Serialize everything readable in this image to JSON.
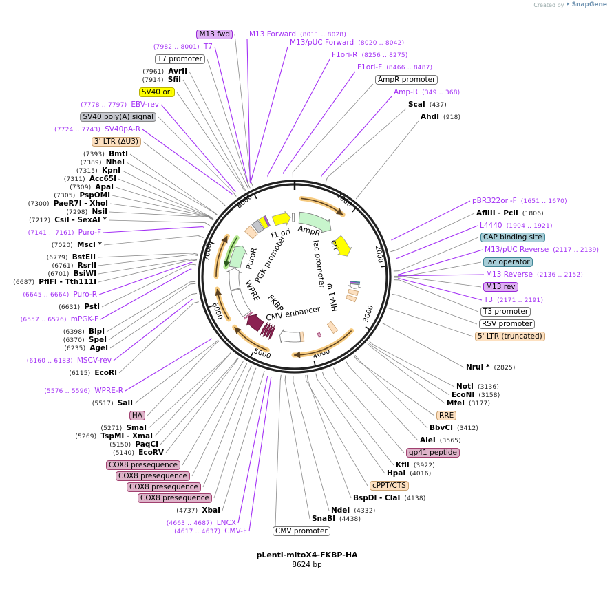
{
  "header": {
    "credit_prefix": "Created by",
    "credit_brand": "SnapGene"
  },
  "plasmid": {
    "name": "pLenti-mitoX4-FKBP-HA",
    "length": "8624 bp",
    "total_bp": 8624
  },
  "colors": {
    "primer": "#a331f5",
    "orf": "#f5c26b",
    "feature_peach": "#fde0c0",
    "feature_pink": "#deb3c9",
    "feature_teal": "#a8ced8",
    "feature_yellow": "#ffff00",
    "feature_green": "#c8f5cc",
    "feature_maroon": "#8b2252"
  },
  "ruler_ticks": [
    "1000",
    "2000",
    "3000",
    "4000",
    "5000",
    "6000",
    "7000",
    "8000"
  ],
  "inner_labels": [
    "f1 ori",
    "AmpR",
    "ori",
    "lac promoter",
    "HIV-1 Ψ",
    "CMV enhancer",
    "FKBP",
    "WPRE",
    "PGK promoter",
    "PuroR"
  ],
  "labels": [
    {
      "kind": "feature",
      "name": "M13 fwd",
      "style": "purple"
    },
    {
      "kind": "primer",
      "name": "T7",
      "pos": "(7982 .. 8001)"
    },
    {
      "kind": "feature",
      "name": "T7 promoter",
      "style": "white"
    },
    {
      "kind": "enzyme",
      "name": "AvrII",
      "pos": "(7961)"
    },
    {
      "kind": "enzyme",
      "name": "SfiI",
      "pos": "(7914)"
    },
    {
      "kind": "feature",
      "name": "SV40 ori",
      "style": "yellow"
    },
    {
      "kind": "primer",
      "name": "EBV-rev",
      "pos": "(7778 .. 7797)"
    },
    {
      "kind": "feature",
      "name": "SV40 poly(A) signal",
      "style": "grey"
    },
    {
      "kind": "primer",
      "name": "SV40pA-R",
      "pos": "(7724 .. 7743)"
    },
    {
      "kind": "feature",
      "name": "3' LTR (ΔU3)",
      "style": "peach"
    },
    {
      "kind": "enzyme",
      "name": "BmtI",
      "pos": "(7393)"
    },
    {
      "kind": "enzyme",
      "name": "NheI",
      "pos": "(7389)"
    },
    {
      "kind": "enzyme",
      "name": "KpnI",
      "pos": "(7315)"
    },
    {
      "kind": "enzyme",
      "name": "Acc65I",
      "pos": "(7311)"
    },
    {
      "kind": "enzyme",
      "name": "ApaI",
      "pos": "(7309)"
    },
    {
      "kind": "enzyme",
      "name": "PspOMI",
      "pos": "(7305)"
    },
    {
      "kind": "enzyme",
      "name": "PaeR7I  - XhoI",
      "pos": "(7300)"
    },
    {
      "kind": "enzyme",
      "name": "NsiI",
      "pos": "(7298)"
    },
    {
      "kind": "enzyme",
      "name": "CsiI  - SexAI *",
      "pos": "(7212)"
    },
    {
      "kind": "primer",
      "name": "Puro-F",
      "pos": "(7141 .. 7161)"
    },
    {
      "kind": "enzyme",
      "name": "MscI *",
      "pos": "(7020)"
    },
    {
      "kind": "enzyme",
      "name": "BstEII",
      "pos": "(6779)"
    },
    {
      "kind": "enzyme",
      "name": "RsrII",
      "pos": "(6761)"
    },
    {
      "kind": "enzyme",
      "name": "BsiWI",
      "pos": "(6701)"
    },
    {
      "kind": "enzyme",
      "name": "PflFI  - Tth111I",
      "pos": "(6687)"
    },
    {
      "kind": "primer",
      "name": "Puro-R",
      "pos": "(6645 .. 6664)"
    },
    {
      "kind": "enzyme",
      "name": "PstI",
      "pos": "(6631)"
    },
    {
      "kind": "primer",
      "name": "mPGK-F",
      "pos": "(6557 .. 6576)"
    },
    {
      "kind": "enzyme",
      "name": "BlpI",
      "pos": "(6398)"
    },
    {
      "kind": "enzyme",
      "name": "SpeI",
      "pos": "(6370)"
    },
    {
      "kind": "enzyme",
      "name": "AgeI",
      "pos": "(6235)"
    },
    {
      "kind": "primer",
      "name": "MSCV-rev",
      "pos": "(6160 .. 6183)"
    },
    {
      "kind": "enzyme",
      "name": "EcoRI",
      "pos": "(6115)"
    },
    {
      "kind": "primer",
      "name": "WPRE-R",
      "pos": "(5576 .. 5596)"
    },
    {
      "kind": "enzyme",
      "name": "SalI",
      "pos": "(5517)"
    },
    {
      "kind": "feature",
      "name": "HA",
      "style": "pink"
    },
    {
      "kind": "enzyme",
      "name": "SmaI",
      "pos": "(5271)"
    },
    {
      "kind": "enzyme",
      "name": "TspMI  - XmaI",
      "pos": "(5269)"
    },
    {
      "kind": "enzyme",
      "name": "PaqCI",
      "pos": "(5150)"
    },
    {
      "kind": "enzyme",
      "name": "EcoRV",
      "pos": "(5140)"
    },
    {
      "kind": "feature",
      "name": "COX8 presequence",
      "style": "pink"
    },
    {
      "kind": "feature",
      "name": "COX8 presequence",
      "style": "pink"
    },
    {
      "kind": "feature",
      "name": "COX8 presequence",
      "style": "pink"
    },
    {
      "kind": "feature",
      "name": "COX8 presequence",
      "style": "pink"
    },
    {
      "kind": "enzyme",
      "name": "XbaI",
      "pos": "(4737)"
    },
    {
      "kind": "primer",
      "name": "LNCX",
      "pos": "(4663 .. 4687)"
    },
    {
      "kind": "primer",
      "name": "CMV-F",
      "pos": "(4617 .. 4637)"
    },
    {
      "kind": "feature",
      "name": "CMV promoter",
      "style": "white"
    },
    {
      "kind": "enzyme",
      "name": "SnaBI",
      "pos": "(4438)"
    },
    {
      "kind": "enzyme",
      "name": "NdeI",
      "pos": "(4332)"
    },
    {
      "kind": "enzyme",
      "name": "BspDI  - ClaI",
      "pos": "(4138)"
    },
    {
      "kind": "feature",
      "name": "cPPT/CTS",
      "style": "peach"
    },
    {
      "kind": "enzyme",
      "name": "HpaI",
      "pos": "(4016)"
    },
    {
      "kind": "enzyme",
      "name": "KflI",
      "pos": "(3922)"
    },
    {
      "kind": "feature",
      "name": "gp41 peptide",
      "style": "pink"
    },
    {
      "kind": "enzyme",
      "name": "AleI",
      "pos": "(3565)"
    },
    {
      "kind": "enzyme",
      "name": "BbvCI",
      "pos": "(3412)"
    },
    {
      "kind": "feature",
      "name": "RRE",
      "style": "peach"
    },
    {
      "kind": "enzyme",
      "name": "MfeI",
      "pos": "(3177)"
    },
    {
      "kind": "enzyme",
      "name": "EcoNI",
      "pos": "(3158)"
    },
    {
      "kind": "enzyme",
      "name": "NotI",
      "pos": "(3136)"
    },
    {
      "kind": "enzyme",
      "name": "NruI *",
      "pos": "(2825)"
    },
    {
      "kind": "feature",
      "name": "5' LTR (truncated)",
      "style": "peach"
    },
    {
      "kind": "feature",
      "name": "RSV promoter",
      "style": "white"
    },
    {
      "kind": "feature",
      "name": "T3 promoter",
      "style": "white"
    },
    {
      "kind": "primer",
      "name": "T3",
      "pos": "(2171 .. 2191)"
    },
    {
      "kind": "feature",
      "name": "M13 rev",
      "style": "purple"
    },
    {
      "kind": "primer",
      "name": "M13 Reverse",
      "pos": "(2136 .. 2152)"
    },
    {
      "kind": "feature",
      "name": "lac operator",
      "style": "teal"
    },
    {
      "kind": "primer",
      "name": "M13/pUC Reverse",
      "pos": "(2117 .. 2139)"
    },
    {
      "kind": "feature",
      "name": "CAP binding site",
      "style": "teal"
    },
    {
      "kind": "primer",
      "name": "L4440",
      "pos": "(1904 .. 1921)"
    },
    {
      "kind": "enzyme",
      "name": "AflIII  - PciI",
      "pos": "(1806)"
    },
    {
      "kind": "primer",
      "name": "pBR322ori-F",
      "pos": "(1651 .. 1670)"
    },
    {
      "kind": "enzyme",
      "name": "AhdI",
      "pos": "(918)"
    },
    {
      "kind": "enzyme",
      "name": "ScaI",
      "pos": "(437)"
    },
    {
      "kind": "primer",
      "name": "Amp-R",
      "pos": "(349 .. 368)"
    },
    {
      "kind": "feature",
      "name": "AmpR promoter",
      "style": "white"
    },
    {
      "kind": "primer",
      "name": "F1ori-F",
      "pos": "(8466 .. 8487)"
    },
    {
      "kind": "primer",
      "name": "F1ori-R",
      "pos": "(8256 .. 8275)"
    },
    {
      "kind": "primer",
      "name": "M13/pUC Forward",
      "pos": "(8020 .. 8042)"
    },
    {
      "kind": "primer",
      "name": "M13 Forward",
      "pos": "(8011 .. 8028)"
    }
  ]
}
